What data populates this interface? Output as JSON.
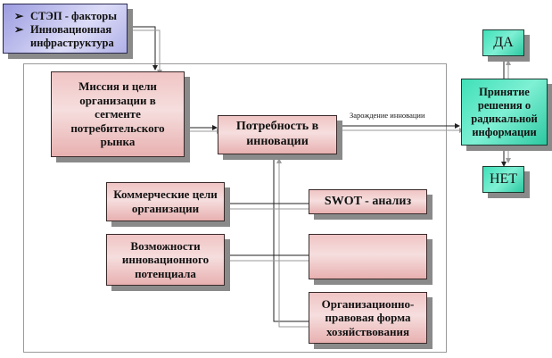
{
  "diagram": {
    "external_factors": {
      "items": [
        "СТЭП - факторы",
        "Инновационная инфраструктура"
      ],
      "bullet_icon": "arrow-bullet"
    },
    "mission": "Миссия и цели организации в сегменте потребительского рынка",
    "need": "Потребность в инновации",
    "commercial_goals": "Коммерческие цели организации",
    "innovation_potential": "Возможности инновационного потенциала",
    "swot": "SWOT - анализ",
    "empty_box": "",
    "legal_form": "Организационно-правовая форма хозяйствования",
    "edge_label": "Зарождение инновации",
    "decision": "Принятие решения о радикальной информации",
    "yes": "ДА",
    "no": "НЕТ"
  },
  "colors": {
    "pink_box": "#f0c4c4",
    "green_box": "#3fe0b8",
    "blue_box": "#c8c8f0",
    "dark_line": "#222222",
    "light_line": "#9a9a9a"
  }
}
